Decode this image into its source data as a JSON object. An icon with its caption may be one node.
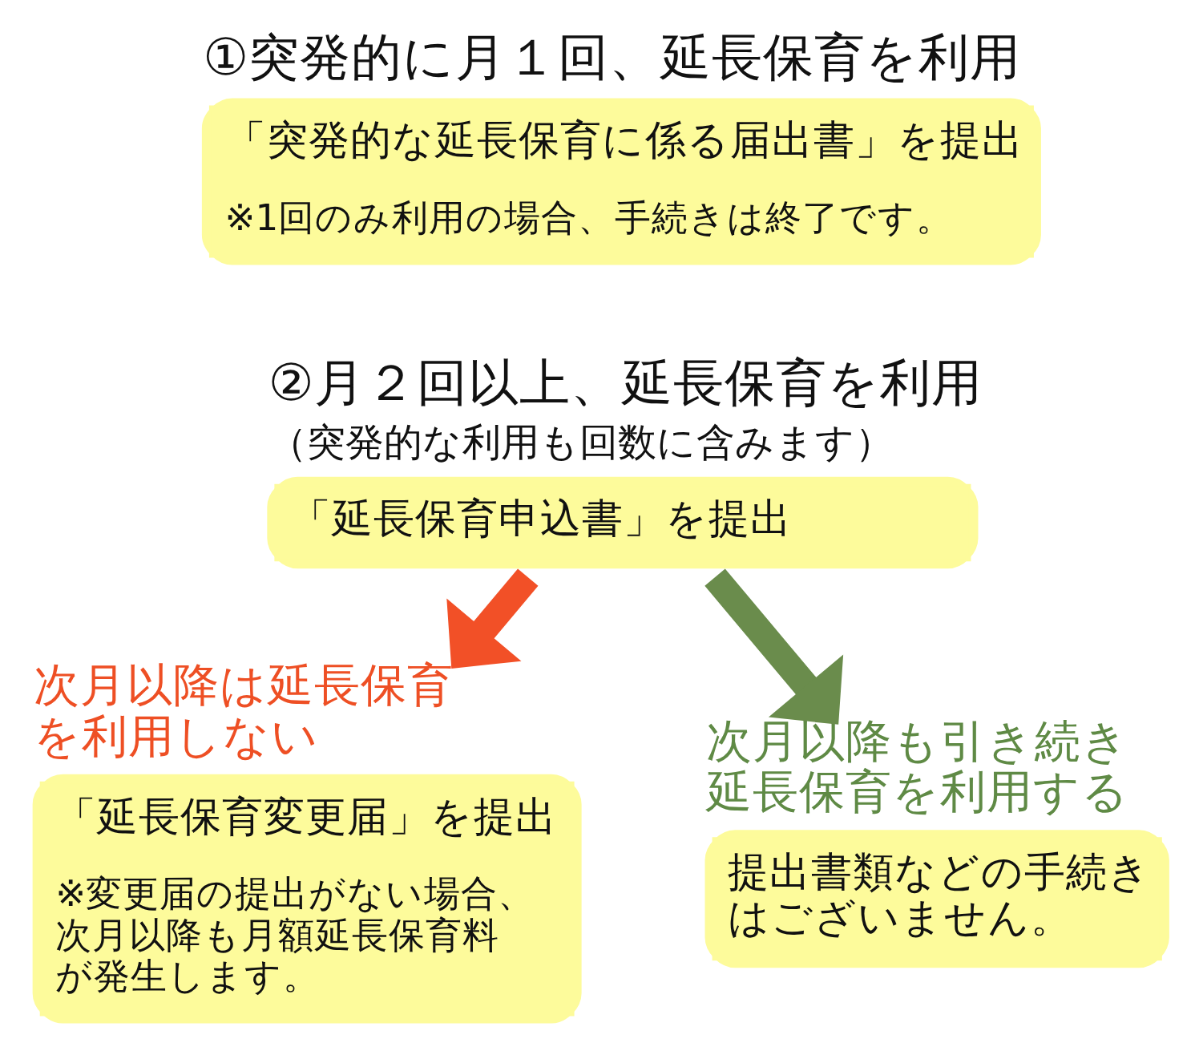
{
  "diagram": {
    "nodes": [
      {
        "text": [
          "①突発的に月１回、延長保育を利用",
          "「突発的な延長保育に係る届出書」を提出",
          "※1回のみ利用の場合、手続きは終了です。"
        ]
      },
      {
        "text": [
          "②月２回以上、延長保育を利用",
          "（突発的な利用も回数に含みます）",
          "「延長保育申込書」を提出"
        ]
      },
      {
        "text": [
          "次月以降は延長保育を利用しない",
          "「延長保育変更届」を提出",
          "※変更届の提出がない場合、次月以降も月額延長保育料が発生します。"
        ]
      },
      {
        "text": [
          "次月以降も引き続き延長保育を利用する",
          "提出書類などの手続きはございません。"
        ]
      }
    ],
    "edges": [
      {
        "from": 1,
        "to": 2,
        "arrow": "to",
        "color": "#f25027"
      },
      {
        "from": 1,
        "to": 3,
        "arrow": "to",
        "color": "#6a8c4c"
      }
    ]
  }
}
